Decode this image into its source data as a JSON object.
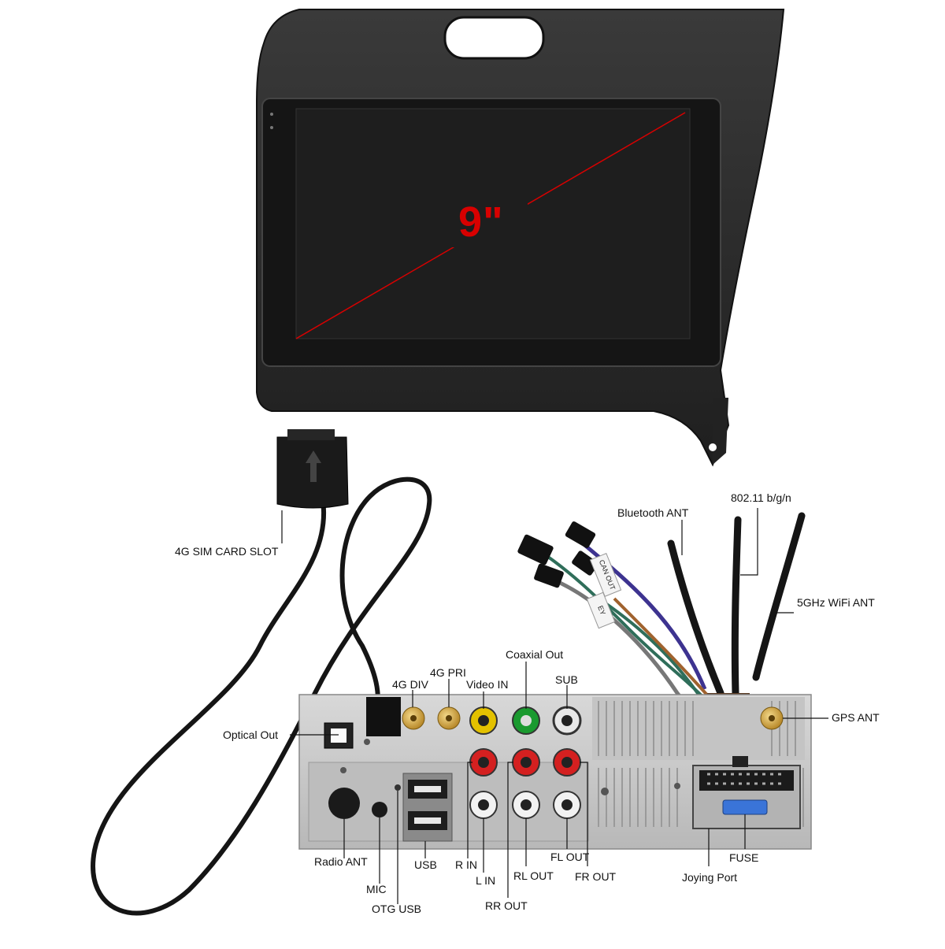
{
  "screen_size": "9\"",
  "labels": {
    "sim_slot": "4G SIM CARD SLOT",
    "bluetooth_ant": "Bluetooth ANT",
    "wifi_80211": "802.11 b/g/n",
    "wifi_5ghz": "5GHz WiFi ANT",
    "coaxial_out": "Coaxial Out",
    "g4_pri": "4G PRI",
    "g4_div": "4G DIV",
    "video_in": "Video IN",
    "sub": "SUB",
    "gps_ant": "GPS ANT",
    "optical_out": "Optical Out",
    "radio_ant": "Radio ANT",
    "mic": "MIC",
    "otg_usb": "OTG USB",
    "usb": "USB",
    "r_in": "R IN",
    "l_in": "L IN",
    "rr_out": "RR OUT",
    "rl_out": "RL OUT",
    "fl_out": "FL OUT",
    "fr_out": "FR OUT",
    "joying_port": "Joying Port",
    "fuse": "FUSE"
  },
  "cable_tags": {
    "can_out": "CAN OUT",
    "ey": "EY"
  },
  "colors": {
    "dimension_red": "#d80000",
    "bezel": "#2a2a2a",
    "screen": "#1b1b1b",
    "chassis": "#c9c9c9"
  }
}
